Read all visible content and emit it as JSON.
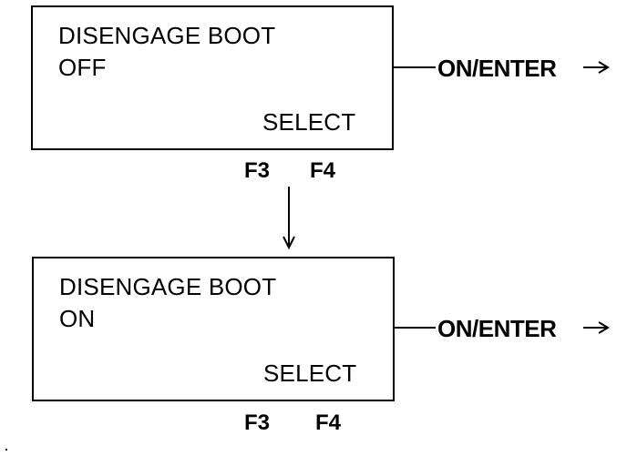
{
  "screens": [
    {
      "line1": "DISENGAGE BOOT",
      "line2": "OFF",
      "softkey_label": "SELECT",
      "keys": [
        "F3",
        "F4"
      ],
      "exit_label": "ON/ENTER"
    },
    {
      "line1": "DISENGAGE BOOT",
      "line2": "ON",
      "softkey_label": "SELECT",
      "keys": [
        "F3",
        "F4"
      ],
      "exit_label": "ON/ENTER"
    }
  ]
}
